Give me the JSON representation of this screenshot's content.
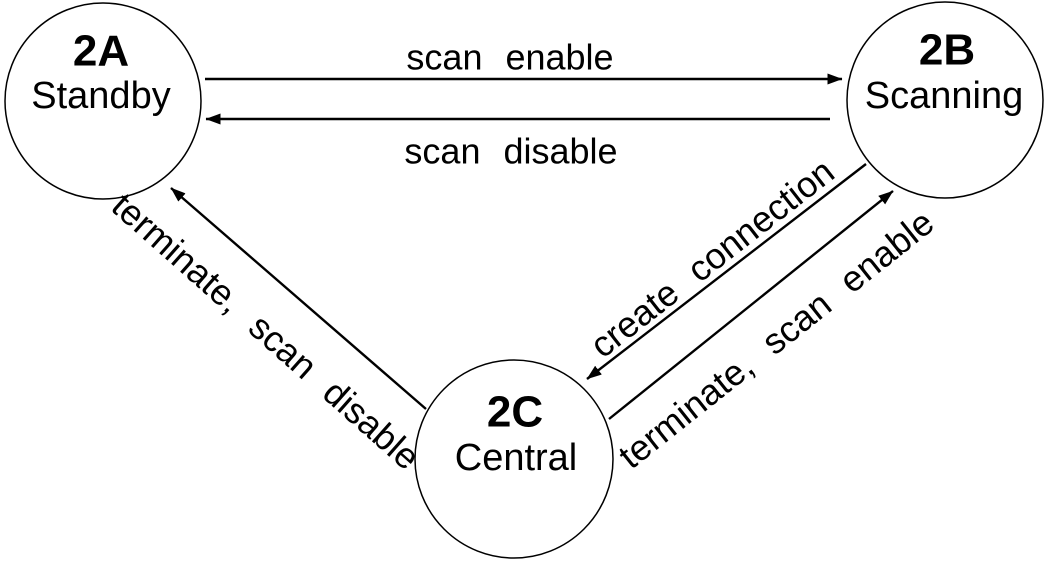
{
  "diagram": {
    "type": "state-machine",
    "colors": {
      "background": "#ffffff",
      "ink": "#000000"
    },
    "states": [
      {
        "id": "2A",
        "name": "Standby"
      },
      {
        "id": "2B",
        "name": "Scanning"
      },
      {
        "id": "2C",
        "name": "Central"
      }
    ],
    "transitions": [
      {
        "from": "2A",
        "to": "2B",
        "label": "scan enable"
      },
      {
        "from": "2B",
        "to": "2A",
        "label": "scan disable"
      },
      {
        "from": "2C",
        "to": "2A",
        "label": "terminate, scan disable"
      },
      {
        "from": "2B",
        "to": "2C",
        "label": "create connection"
      },
      {
        "from": "2C",
        "to": "2B",
        "label": "terminate, scan enable"
      }
    ]
  }
}
